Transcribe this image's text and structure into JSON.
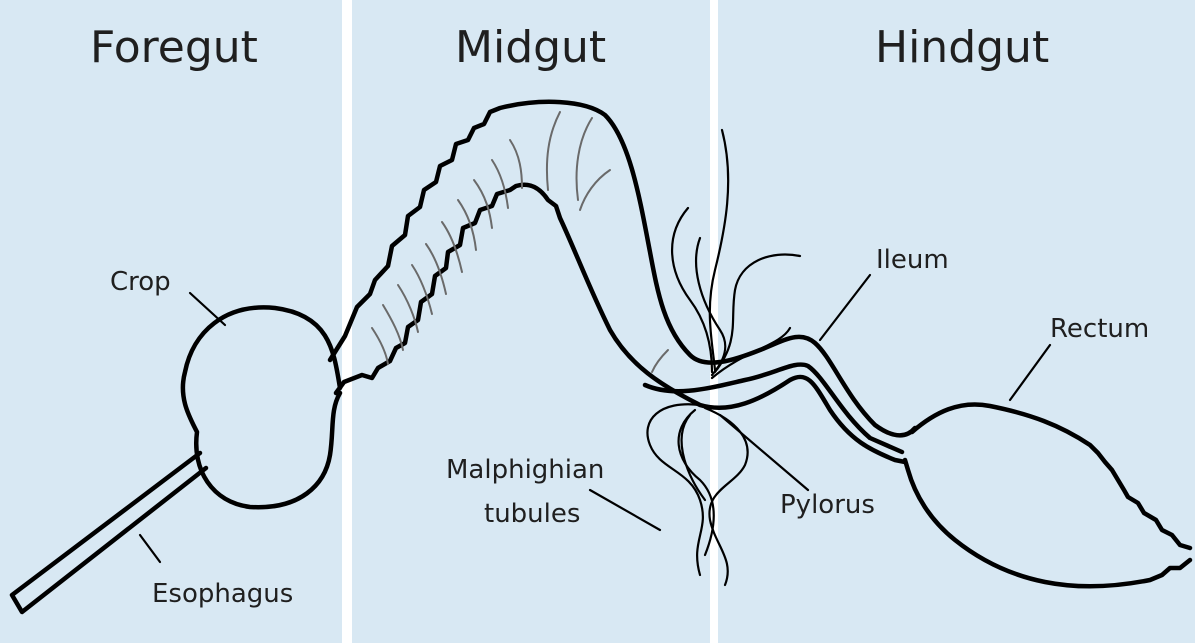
{
  "regions": {
    "foregut": "Foregut",
    "midgut": "Midgut",
    "hindgut": "Hindgut"
  },
  "labels": {
    "crop": "Crop",
    "esophagus": "Esophagus",
    "malpighian_line1": "Malphighian",
    "malpighian_line2": "tubules",
    "pylorus": "Pylorus",
    "ileum": "Ileum",
    "rectum": "Rectum"
  },
  "colors": {
    "panel": "#d8e8f3",
    "outline": "#000000",
    "text": "#1f1f1f"
  }
}
